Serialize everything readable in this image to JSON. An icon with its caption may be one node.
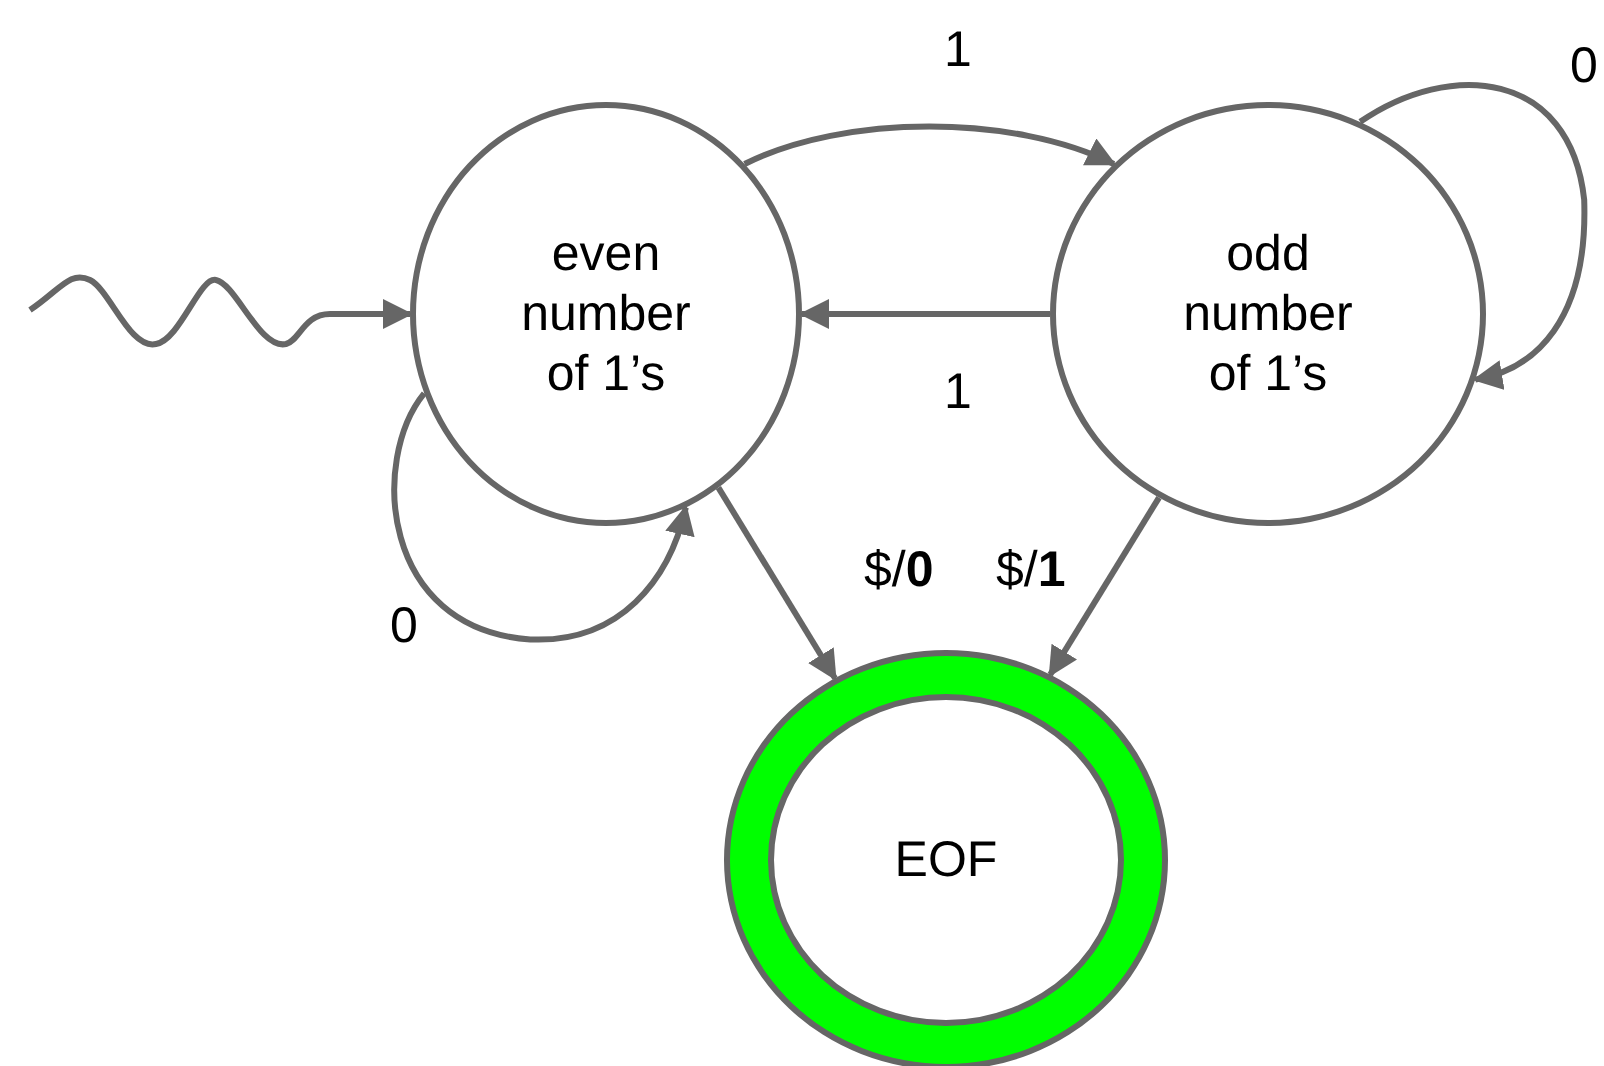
{
  "diagram": {
    "nodes": [
      {
        "text": [
          "even number of 1’s"
        ]
      },
      {
        "text": [
          "odd number of 1’s"
        ]
      },
      {
        "text": [
          "EOF"
        ]
      }
    ],
    "edges": [
      {
        "from": null,
        "to": 0,
        "arrow": "to"
      },
      {
        "from": 0,
        "to": 1,
        "arrow": "to",
        "label": "1"
      },
      {
        "from": 1,
        "to": 0,
        "arrow": "to",
        "label": "1"
      },
      {
        "from": 1,
        "to": 1,
        "arrow": "to",
        "label": "0"
      },
      {
        "from": 0,
        "to": 0,
        "arrow": "to",
        "label": "0"
      },
      {
        "from": 0,
        "to": 2,
        "arrow": "to",
        "label": "$/**0**"
      },
      {
        "from": 1,
        "to": 2,
        "arrow": "to",
        "label": "$/**1**"
      }
    ]
  }
}
